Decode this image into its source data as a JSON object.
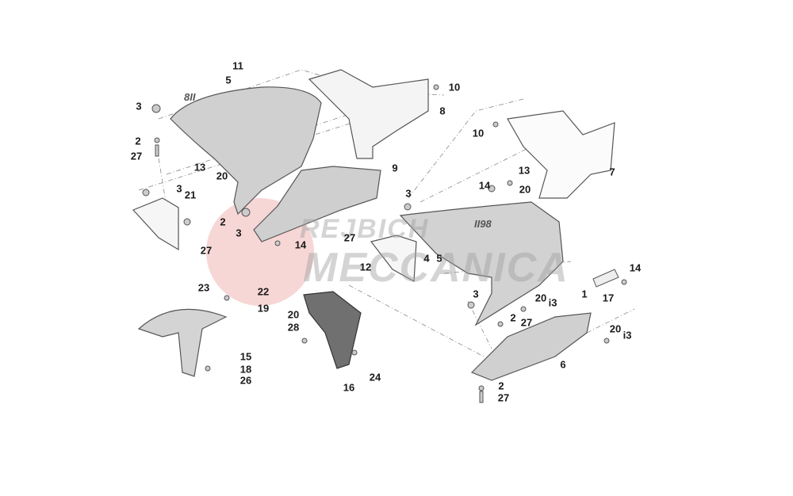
{
  "diagram": {
    "title_logo": [
      "REJBICH",
      "MECCANICA"
    ],
    "decals": [
      "8II",
      "II98"
    ],
    "colors": {
      "part_fill": "#d4d4d4",
      "part_stroke": "#555555",
      "watermark_red": "#e88a8a",
      "leader": "#777777"
    },
    "callouts": [
      "11",
      "5",
      "3",
      "2",
      "27",
      "13",
      "20",
      "3",
      "21",
      "2",
      "3",
      "27",
      "14",
      "9",
      "10",
      "8",
      "10",
      "7",
      "13",
      "20",
      "14",
      "3",
      "27",
      "4",
      "5",
      "12",
      "14",
      "1",
      "17",
      "3",
      "20",
      "i3",
      "2",
      "27",
      "20",
      "i3",
      "6",
      "2",
      "27",
      "23",
      "22",
      "19",
      "20",
      "28",
      "15",
      "18",
      "26",
      "16",
      "24"
    ]
  }
}
